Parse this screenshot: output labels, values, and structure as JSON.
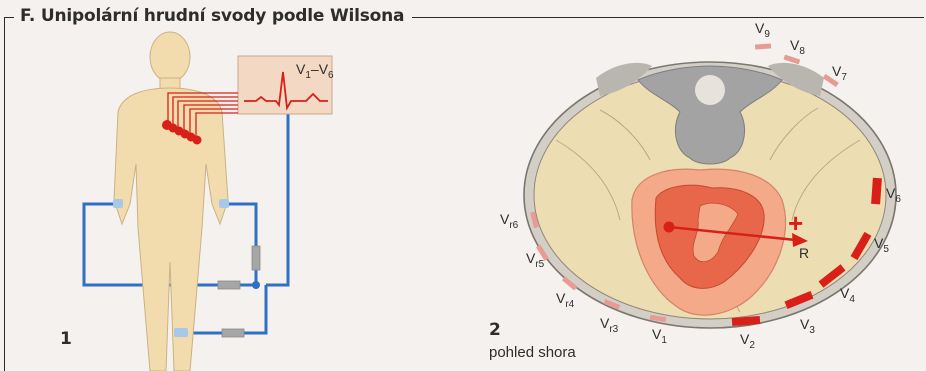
{
  "title": "F. Unipolární hrudní svody podle Wilsona",
  "panel1": {
    "number": "1",
    "ecg_label": {
      "main": "V",
      "sub1": "1",
      "dash": "–V",
      "sub2": "6"
    }
  },
  "panel2": {
    "number": "2",
    "caption": "pohled shora",
    "vector_label": "R",
    "plus_sign": "+",
    "leads": [
      {
        "main": "V",
        "sub": "9"
      },
      {
        "main": "V",
        "sub": "8"
      },
      {
        "main": "V",
        "sub": "7"
      },
      {
        "main": "V",
        "sub": "6"
      },
      {
        "main": "V",
        "sub": "5"
      },
      {
        "main": "V",
        "sub": "4"
      },
      {
        "main": "V",
        "sub": "3"
      },
      {
        "main": "V",
        "sub": "2"
      },
      {
        "main": "V",
        "sub": "1"
      },
      {
        "main": "V",
        "sub": "r3"
      },
      {
        "main": "V",
        "sub": "r4"
      },
      {
        "main": "V",
        "sub": "r5"
      },
      {
        "main": "V",
        "sub": "r6"
      }
    ]
  },
  "colors": {
    "skin": "#f2dcae",
    "wire": "#2f6fc4",
    "electrode": "#d92018",
    "electrode_pale": "#e89a94",
    "heart_outer": "#f4a989",
    "heart_inner": "#e8664a",
    "bone_gray": "#9c9c9c"
  }
}
